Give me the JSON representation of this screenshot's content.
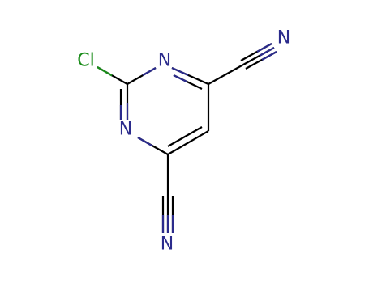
{
  "molecule": {
    "atoms": {
      "cl": {
        "symbol": "Cl",
        "color": "#1a8c1a"
      },
      "n_ring_top": {
        "symbol": "N",
        "color": "#2b2b8c"
      },
      "n_ring_left": {
        "symbol": "N",
        "color": "#2b2b8c"
      },
      "n_nitrile_top": {
        "symbol": "N",
        "color": "#2b2b8c"
      },
      "n_nitrile_bottom": {
        "symbol": "N",
        "color": "#2b2b8c"
      }
    },
    "colors": {
      "carbon_bond": "#000000",
      "nitrogen": "#2b2b8c",
      "chlorine": "#1a8c1a"
    }
  }
}
